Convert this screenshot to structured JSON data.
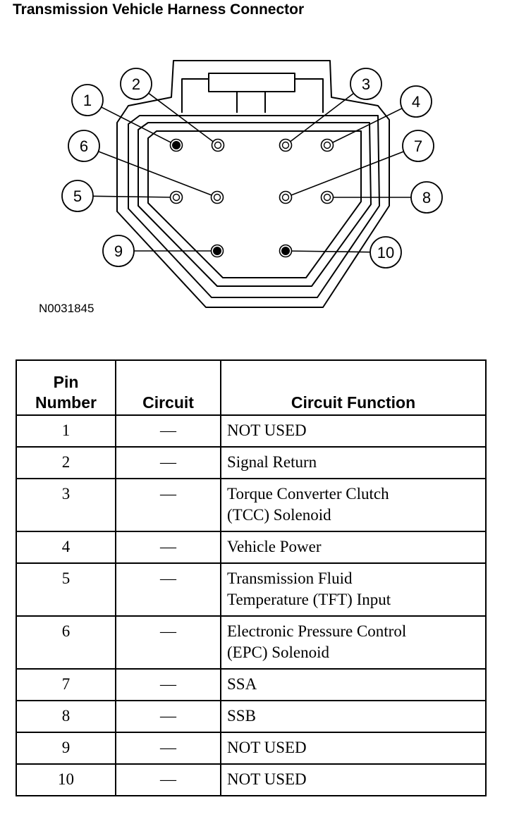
{
  "title": "Transmission Vehicle Harness Connector",
  "figure_code": "N0031845",
  "connector": {
    "callouts": [
      "1",
      "2",
      "3",
      "4",
      "5",
      "6",
      "7",
      "8",
      "9",
      "10"
    ]
  },
  "table": {
    "headers": {
      "pin": "Pin\nNumber",
      "circuit": "Circuit",
      "function": "Circuit Function"
    },
    "rows": [
      {
        "pin": "1",
        "circuit": "—",
        "function": "NOT USED"
      },
      {
        "pin": "2",
        "circuit": "—",
        "function": "Signal Return"
      },
      {
        "pin": "3",
        "circuit": "—",
        "function": "Torque Converter Clutch\n(TCC) Solenoid"
      },
      {
        "pin": "4",
        "circuit": "—",
        "function": "Vehicle Power"
      },
      {
        "pin": "5",
        "circuit": "—",
        "function": "Transmission Fluid\nTemperature (TFT) Input"
      },
      {
        "pin": "6",
        "circuit": "—",
        "function": "Electronic Pressure Control\n(EPC) Solenoid"
      },
      {
        "pin": "7",
        "circuit": "—",
        "function": "SSA"
      },
      {
        "pin": "8",
        "circuit": "—",
        "function": "SSB"
      },
      {
        "pin": "9",
        "circuit": "—",
        "function": "NOT USED"
      },
      {
        "pin": "10",
        "circuit": "—",
        "function": "NOT USED"
      }
    ]
  }
}
